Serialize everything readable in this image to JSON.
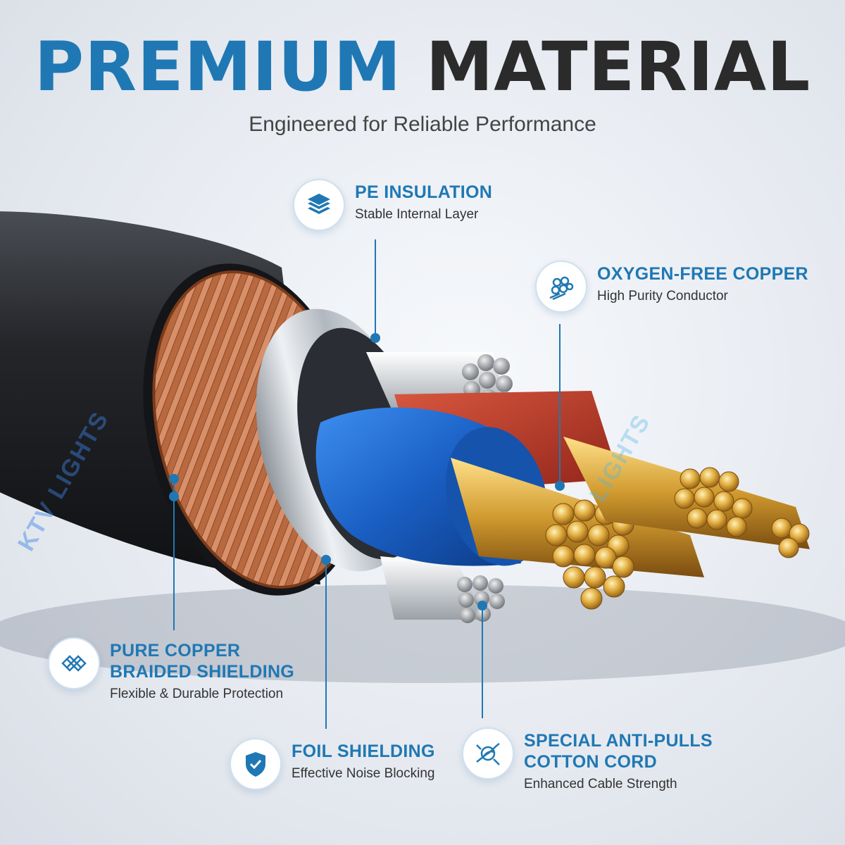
{
  "header": {
    "title_part1": "PREMIUM",
    "title_part2": "MATERIAL",
    "subtitle": "Engineered for Reliable Performance"
  },
  "callouts": {
    "pe_insulation": {
      "title": "PE INSULATION",
      "desc": "Stable Internal Layer",
      "icon": "layers-icon"
    },
    "oxygen_free_copper": {
      "title": "OXYGEN-FREE COPPER",
      "desc": "High Purity Conductor",
      "icon": "strands-icon"
    },
    "braided_shielding": {
      "title_line1": "PURE COPPER",
      "title_line2": "BRAIDED SHIELDING",
      "desc": "Flexible & Durable Protection",
      "icon": "braid-icon"
    },
    "foil_shielding": {
      "title": "FOIL SHIELDING",
      "desc": "Effective Noise Blocking",
      "icon": "shield-icon"
    },
    "cotton_cord": {
      "title_line1": "SPECIAL ANTI-PULLS",
      "title_line2": "COTTON CORD",
      "desc": "Enhanced Cable Strength",
      "icon": "knot-icon"
    }
  },
  "watermark": {
    "text": "KTV LIGHTS",
    "text2": "LIGHTS"
  },
  "colors": {
    "accent": "#1f78b4",
    "jacket": "#1b1d21",
    "copper": "#c9784a",
    "blue_core": "#1a64c8",
    "red_core": "#b93a2e",
    "gold": "#d9a53a"
  }
}
